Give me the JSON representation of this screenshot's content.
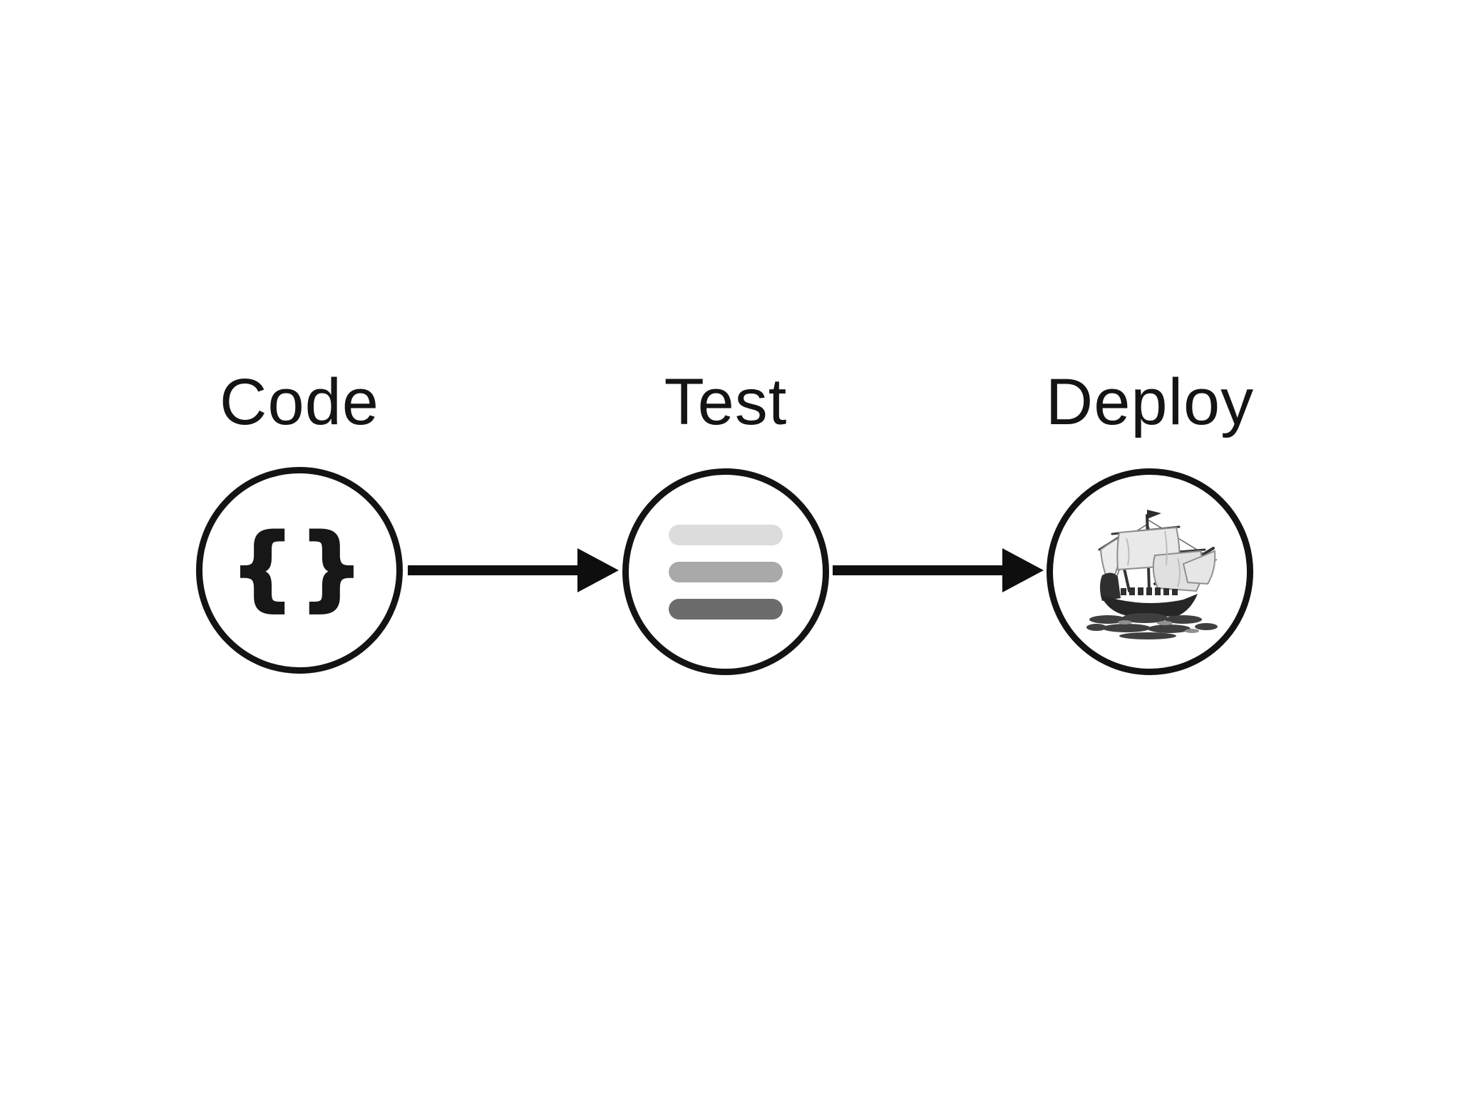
{
  "canvas": {
    "background": "#ffffff",
    "ink": "#141414",
    "circle_stroke": "#131313"
  },
  "steps": [
    {
      "label": "Code",
      "icon": "curly-braces-icon",
      "icon_text": "{}"
    },
    {
      "label": "Test",
      "icon": "test-bars-icon",
      "bars": [
        "#dcdcdc",
        "#a9a9a9",
        "#6c6c6c"
      ]
    },
    {
      "label": "Deploy",
      "icon": "ship-icon"
    }
  ],
  "arrows": [
    {
      "from": "Code",
      "to": "Test"
    },
    {
      "from": "Test",
      "to": "Deploy"
    }
  ],
  "arrow_color": "#0e0e0e"
}
